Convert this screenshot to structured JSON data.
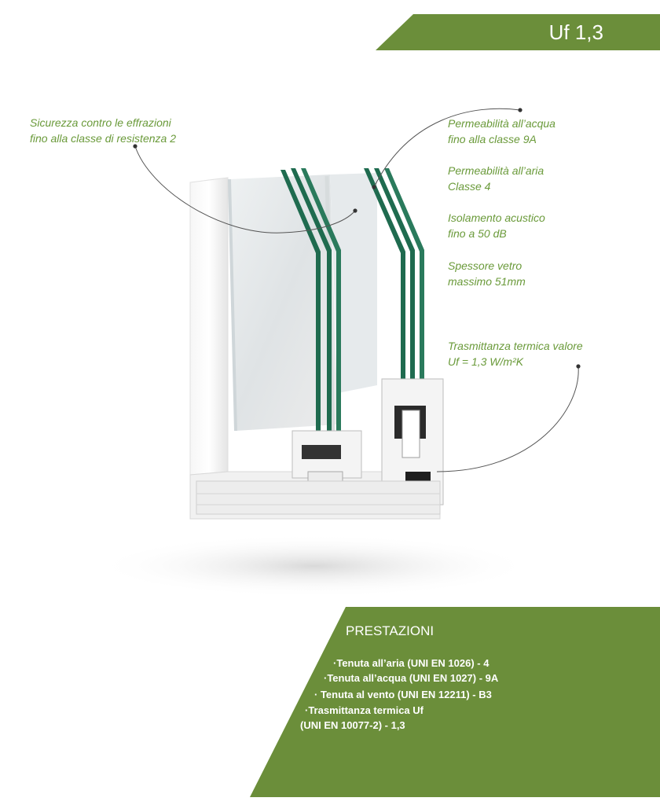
{
  "colors": {
    "accent": "#6b8e3a",
    "callout_text": "#6a9a3a",
    "panel_text": "#ffffff"
  },
  "header": {
    "title": "Uf 1,3"
  },
  "callouts": {
    "security": {
      "line1": "Sicurezza contro le effrazioni",
      "line2": "fino alla classe di resistenza 2"
    },
    "water": {
      "line1": "Permeabilità all’acqua",
      "line2": "fino alla classe 9A"
    },
    "air": {
      "line1": "Permeabilità all’aria",
      "line2": "Classe 4"
    },
    "acoustic": {
      "line1": "Isolamento acustico",
      "line2": "fino a 50 dB"
    },
    "glass": {
      "line1": "Spessore vetro",
      "line2": "massimo 51mm"
    },
    "thermal": {
      "line1": "Trasmittanza termica valore",
      "line2": "Uf = 1,3  W/m²K"
    }
  },
  "panel": {
    "title": "PRESTAZIONI",
    "items": [
      "·Tenuta all’aria (UNI EN 1026) - 4",
      "·Tenuta all’acqua (UNI EN 1027) - 9A",
      "· Tenuta al vento (UNI EN 12211) - B3",
      "·Trasmittanza termica Uf",
      "(UNI EN 10077-2) - 1,3"
    ]
  }
}
